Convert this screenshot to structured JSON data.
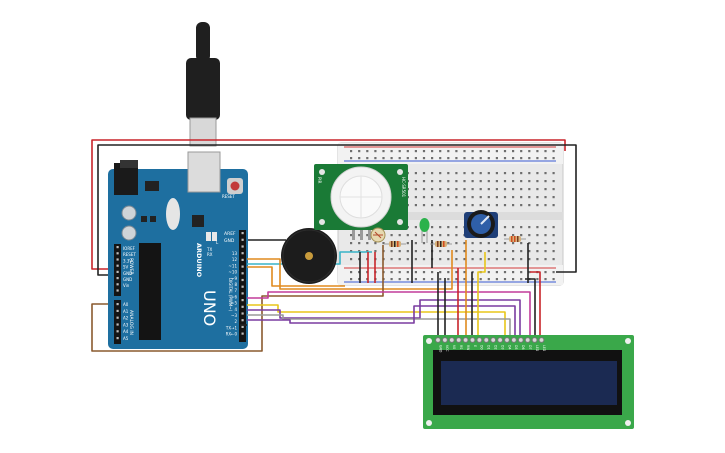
{
  "arduino": {
    "brand": "ARDUINO",
    "model": "UNO",
    "reset_label": "RESET",
    "aref_label": "AREF",
    "gnd_label": "GND",
    "digital_label": "DIGITAL (PWM~)",
    "digital_pins": [
      "13",
      "12",
      "~11",
      "~10",
      "~9",
      "8",
      "7",
      "~6",
      "~5",
      "4",
      "~3",
      "2",
      "TX→1",
      "RX←0"
    ],
    "power_label": "POWER",
    "power_pins": [
      "IOREF",
      "RESET",
      "3.3V",
      "5V",
      "GND",
      "GND",
      "Vin"
    ],
    "analog_label": "ANALOG IN",
    "analog_pins": [
      "A0",
      "A1",
      "A2",
      "A3",
      "A4",
      "A5"
    ],
    "rx_label": "RX",
    "tx_label": "TX",
    "l_label": "L"
  },
  "pir_sensor": {
    "side_label_1": "HC-SR501",
    "side_label_2": "PIR"
  },
  "lcd": {
    "pin_labels": [
      "GND",
      "VCC",
      "V0",
      "RS",
      "RW",
      "E",
      "D0",
      "D1",
      "D2",
      "D3",
      "D4",
      "D5",
      "D6",
      "D7",
      "LED",
      "LED"
    ]
  },
  "colors": {
    "board_blue": "#1e6fa0",
    "breadboard": "#e9e9e9",
    "pir_green": "#1a7a36",
    "lcd_green": "#3aa84a",
    "lcd_screen": "#1b2a52",
    "wire_red": "#c8242a",
    "wire_black": "#222222",
    "wire_orange": "#e08a1e",
    "wire_yellow": "#e8c61a",
    "wire_magenta": "#c23c9a",
    "wire_purple": "#7a3ca0",
    "wire_brown": "#8a5a2e",
    "wire_cyan": "#38b4c8",
    "wire_gray": "#9a9a9a"
  }
}
